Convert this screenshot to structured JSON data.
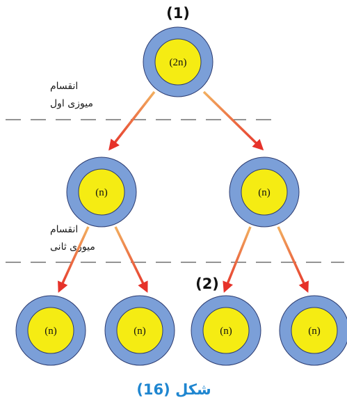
{
  "figure": {
    "caption": "شکل (16)",
    "caption_color": "#1f86d0",
    "marker_top": "(1)",
    "marker_bottom": "(2)"
  },
  "phases": {
    "meiosis_1": {
      "line1": "انقسام",
      "line2": "میوزی اول"
    },
    "meiosis_2": {
      "line1": "انقسام",
      "line2": "میوزی ثانی"
    }
  },
  "cells": {
    "parent": {
      "label": "(2n)"
    },
    "daughters": [
      {
        "label": "(n)"
      },
      {
        "label": "(n)"
      }
    ],
    "gametes": [
      {
        "label": "(n)"
      },
      {
        "label": "(n)"
      },
      {
        "label": "(n)"
      },
      {
        "label": "(n)"
      }
    ]
  },
  "colors": {
    "cell_outer": "#7b9fd8",
    "cell_inner": "#f5ec13",
    "cell_stroke": "#2b3b70",
    "arrow_start": "#f2b060",
    "arrow_end": "#e6322a",
    "divider": "#555555"
  },
  "icons": {
    "arrow": "arrow-down-icon"
  }
}
